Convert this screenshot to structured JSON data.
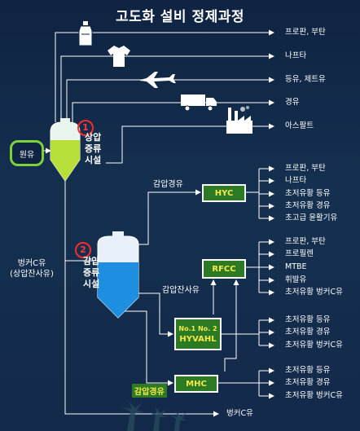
{
  "title": "고도화 설비 정제과정",
  "feed": "원유",
  "tower1": {
    "num": "1",
    "label": "상압\n증류\n시설"
  },
  "tower2": {
    "num": "2",
    "label": "감압\n증류\n시설"
  },
  "bunker_feed": "벙커C유\n(상압잔사유)",
  "tower1_outputs": [
    "프로판, 부탄",
    "나프타",
    "등유, 제트유",
    "경유",
    "아스팔트"
  ],
  "vacuum_gas_oil": "감압경유",
  "vacuum_residue": "감압잔사유",
  "hyc": {
    "name": "HYC",
    "outputs": [
      "프로판, 부탄",
      "나프타",
      "초저유황 등유",
      "초저유황 경유",
      "초고급 윤활기유"
    ]
  },
  "rfcc": {
    "name": "RFCC",
    "outputs": [
      "프로판, 부탄",
      "프로필렌",
      "MTBE",
      "휘발유",
      "초저유황 벙커C유"
    ]
  },
  "hyvahl": {
    "line1": "No.1  No. 2",
    "line2": "HYVAHL",
    "outputs": [
      "초저유황 등유",
      "초저유황 경유",
      "초저유황 벙커C유"
    ]
  },
  "mhc": {
    "name": "MHC",
    "input_label": "감압경유",
    "outputs": [
      "초저유황 등유",
      "초저유황 경유",
      "초저유황 벙커C유"
    ]
  },
  "bottom_output": "벙커C유",
  "icons": [
    "bottle-icon",
    "tshirt-icon",
    "airplane-icon",
    "truck-icon",
    "factory-icon"
  ]
}
